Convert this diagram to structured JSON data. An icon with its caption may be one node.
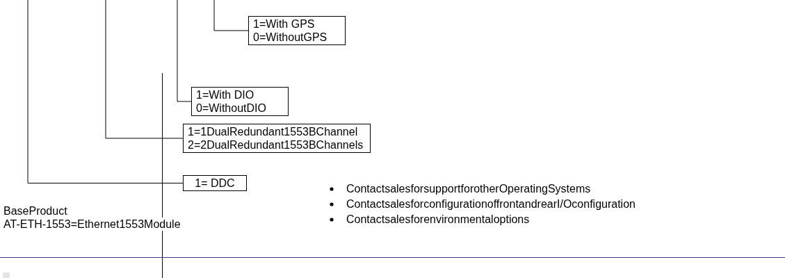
{
  "diagram": {
    "nodes": [
      {
        "text": [
          "1=With GPS",
          "0=WithoutGPS"
        ]
      },
      {
        "text": [
          "1=With DIO",
          "0=WithoutDIO"
        ]
      },
      {
        "text": [
          "1=1DualRedundant1553BChannel",
          "2=2DualRedundant1553BChannels"
        ]
      },
      {
        "text": [
          "1= DDC"
        ]
      }
    ],
    "edges": [
      {
        "from": null,
        "to": 0,
        "arrow": "none"
      },
      {
        "from": null,
        "to": 1,
        "arrow": "none"
      },
      {
        "from": null,
        "to": 2,
        "arrow": "none"
      },
      {
        "from": null,
        "to": 3,
        "arrow": "none"
      }
    ],
    "labels": [
      "BaseProduct",
      "AT-ETH-1553=Ethernet1553Module",
      "ContactsalesforsupportforotherOperatingSystems",
      "ContactsalesforconfigurationoffrontandrearI/Oconfiguration",
      "Contactsalesforenvironmentaloptions"
    ]
  }
}
